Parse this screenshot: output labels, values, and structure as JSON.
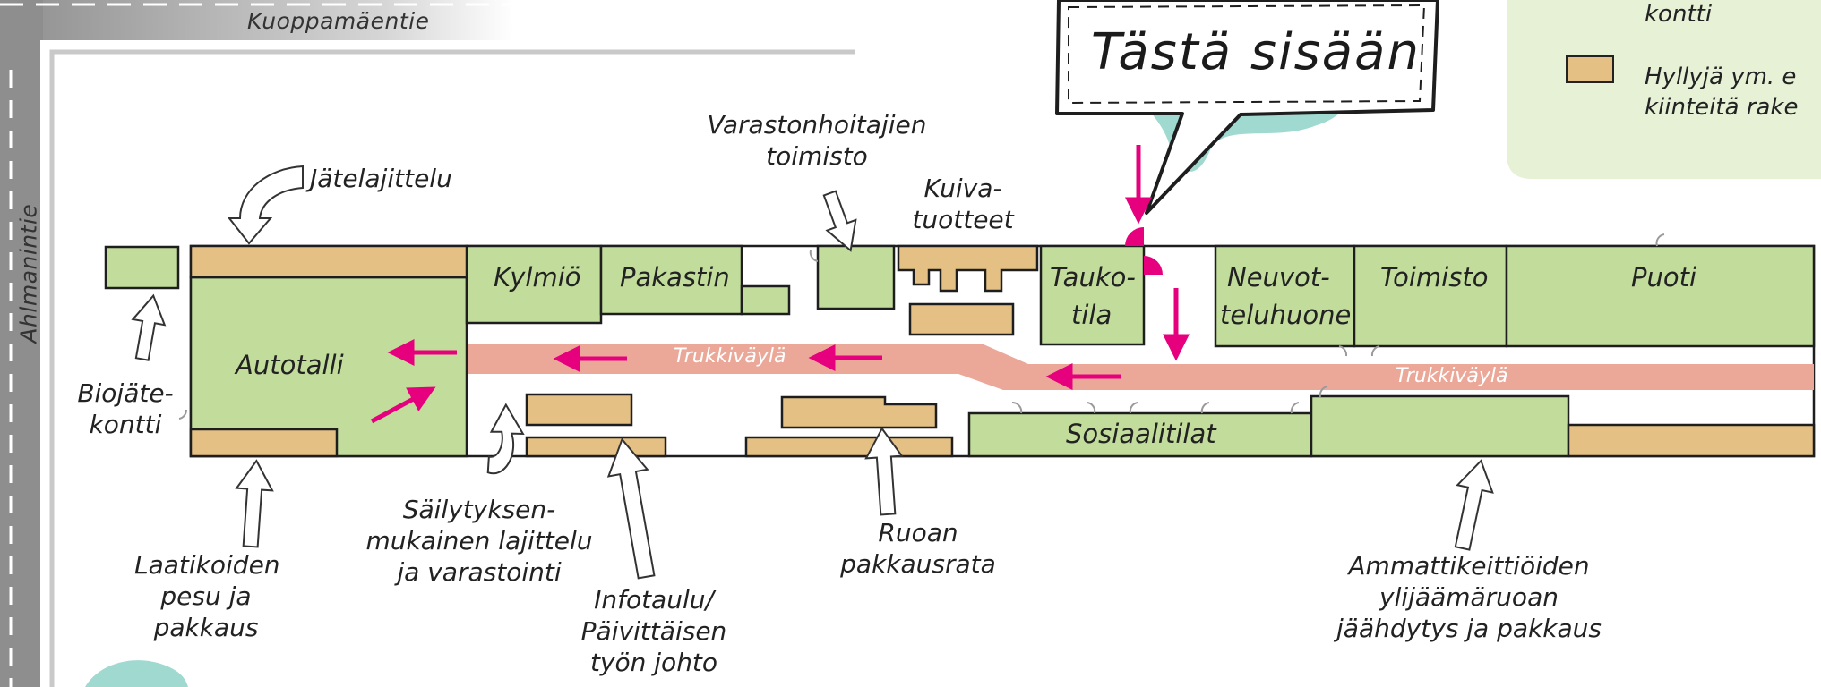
{
  "roads": {
    "kuoppamaentie": "Kuoppamäentie",
    "ahlmanintie": "Ahlmanintie"
  },
  "rooms": {
    "autotalli": "Autotalli",
    "kylmio": "Kylmiö",
    "pakastin": "Pakastin",
    "taukotila_1": "Tauko-",
    "taukotila_2": "tila",
    "neuvot_1": "Neuvot-",
    "neuvot_2": "teluhuone",
    "toimisto": "Toimisto",
    "puoti": "Puoti",
    "sosiaalitilat": "Sosiaalitilat"
  },
  "labels": {
    "jatelajittelu": "Jätelajittelu",
    "varastonhoitajien_1": "Varastonhoitajien",
    "varastonhoitajien_2": "toimisto",
    "kuiva_1": "Kuiva-",
    "kuiva_2": "tuotteet",
    "biojate_1": "Biojäte-",
    "biojate_2": "kontti",
    "laatikoiden_1": "Laatikoiden",
    "laatikoiden_2": "pesu ja",
    "laatikoiden_3": "pakkaus",
    "sailytys_1": "Säilytyksen-",
    "sailytys_2": "mukainen lajittelu",
    "sailytys_3": "ja varastointi",
    "infotaulu_1": "Infotaulu/",
    "infotaulu_2": "Päivittäisen",
    "infotaulu_3": "työn johto",
    "ruoan_1": "Ruoan",
    "ruoan_2": "pakkausrata",
    "ammatti_1": "Ammattikeittiöiden",
    "ammatti_2": "ylijäämäruoan",
    "ammatti_3": "jäähdytys ja pakkaus"
  },
  "trukkivayla": "Trukkiväylä",
  "entrance": "Tästä sisään",
  "legend": {
    "kontti": "kontti",
    "hyllyja_1": "Hyllyjä ym. e",
    "hyllyja_2": "kiinteitä rake"
  },
  "colors": {
    "room_green": "#c2dd9b",
    "shelf_tan": "#e5c084",
    "lane_salmon": "#eba898",
    "arrow_magenta": "#e6007e",
    "legend_bg": "#e6f1d6",
    "splash_teal": "#8fd2c8"
  }
}
